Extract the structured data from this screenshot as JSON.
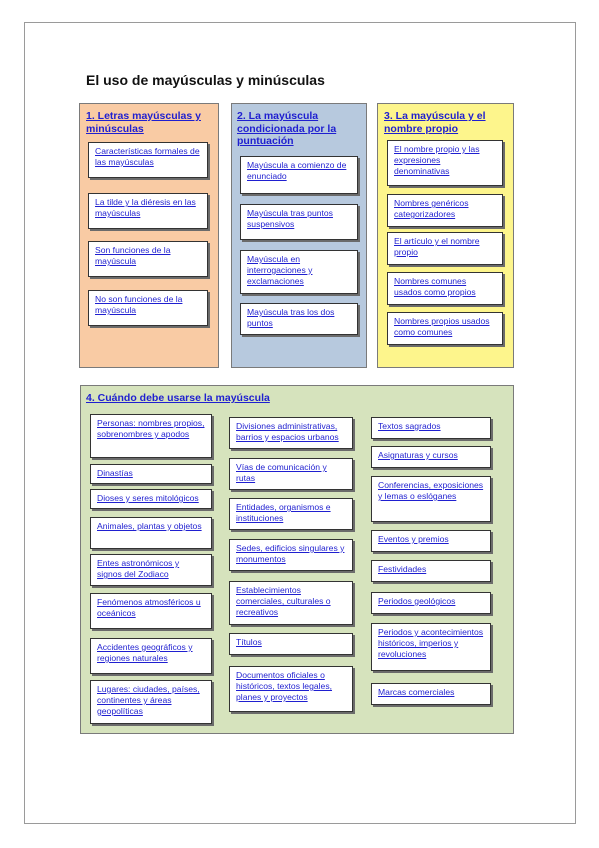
{
  "title": "El uso de mayúsculas y minúsculas",
  "sections": [
    {
      "title": "1. Letras mayúsculas y minúsculas",
      "items": [
        "Características formales de las mayúsculas",
        "La tilde y la diéresis en las mayúsculas",
        "Son funciones de la mayúscula",
        "No son funciones de la mayúscula"
      ]
    },
    {
      "title": "2. La mayúscula condicionada por la puntuación",
      "items": [
        "Mayúscula a comienzo de enunciado",
        "Mayúscula tras puntos suspensivos",
        "Mayúscula en interrogaciones y exclamaciones",
        "Mayúscula tras los dos puntos"
      ]
    },
    {
      "title": "3. La mayúscula y el nombre propio",
      "items": [
        "El nombre propio y las expresiones denominativas",
        "Nombres genéricos categorizadores",
        "El artículo y el nombre propio",
        "Nombres comunes usados como propios",
        "Nombres propios usados como comunes"
      ]
    },
    {
      "title": "4.  Cuándo debe usarse la mayúscula",
      "col1": [
        "Personas: nombres propios, sobrenombres y apodos",
        "Dinastías",
        "Dioses y seres mitológicos",
        "Animales, plantas y objetos",
        "Entes astronómicos y signos del Zodiaco",
        "Fenómenos atmosféricos u oceánicos",
        "Accidentes geográficos y regiones naturales",
        "Lugares: ciudades, países, continentes y áreas geopolíticas"
      ],
      "col2": [
        "Divisiones administrativas, barrios y espacios urbanos",
        "Vías de comunicación y rutas",
        "Entidades, organismos e instituciones",
        "Sedes, edificios singulares y monumentos",
        "Establecimientos comerciales, culturales o recreativos",
        "Títulos",
        "Documentos oficiales o históricos, textos legales, planes y proyectos"
      ],
      "col3": [
        "Textos sagrados",
        "Asignaturas y cursos",
        "Conferencias, exposiciones y lemas o eslóganes",
        "Eventos y premios",
        "Festividades",
        "Periodos geológicos",
        "Periodos y acontecimientos históricos, imperios y revoluciones",
        "Marcas comerciales"
      ]
    }
  ]
}
